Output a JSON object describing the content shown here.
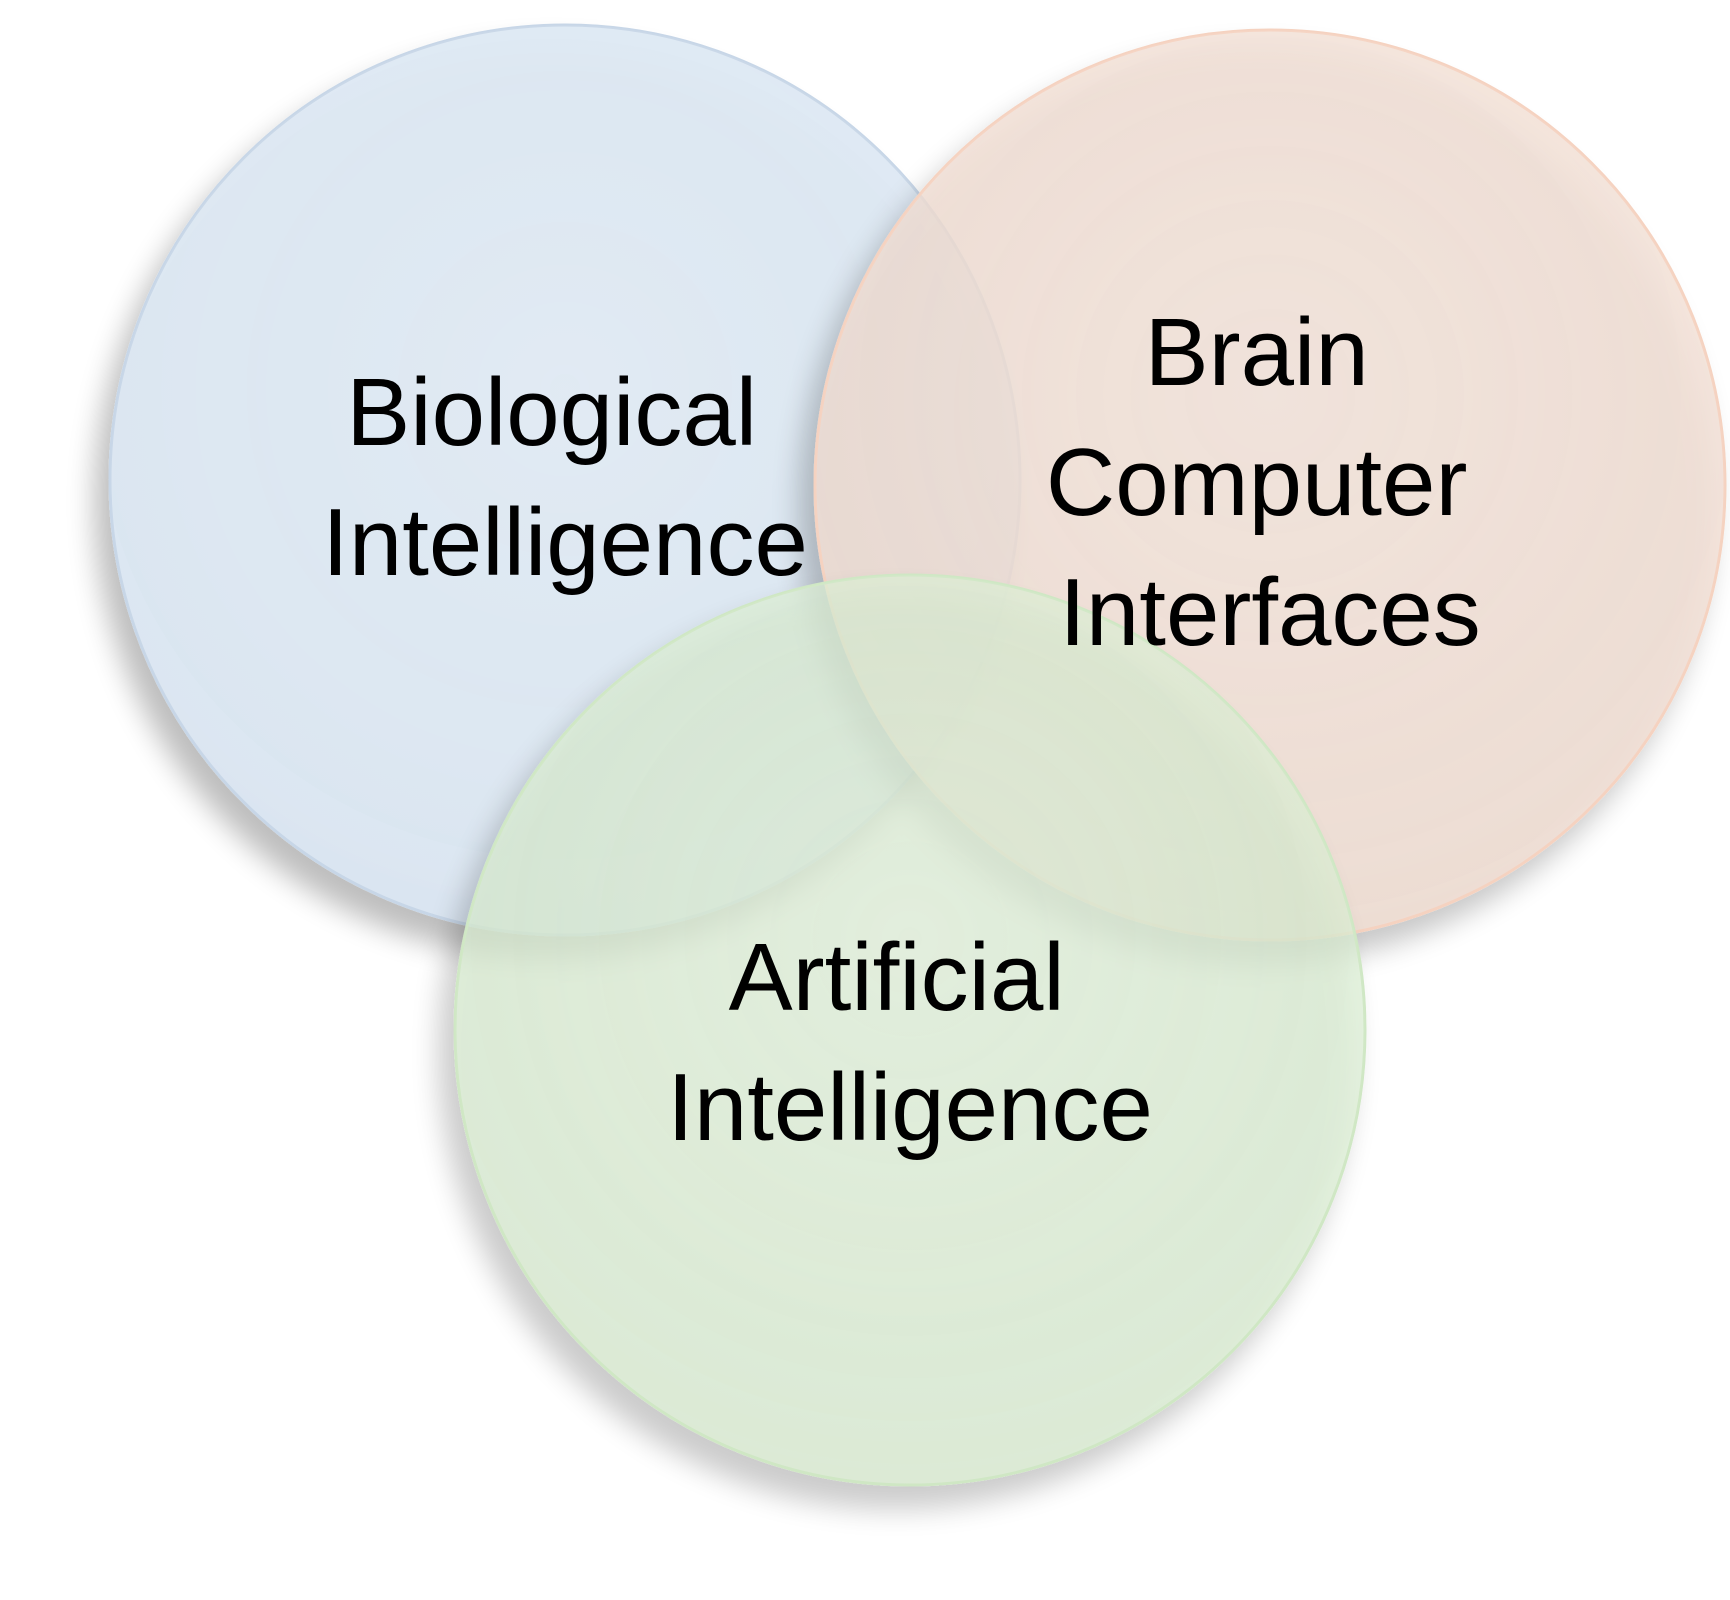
{
  "diagram": {
    "type": "venn",
    "circles": [
      {
        "id": "biological",
        "label_lines": [
          "Biological",
          "Intelligence"
        ],
        "fill": "#dae6f2",
        "edge": "#c7d6e7"
      },
      {
        "id": "bci",
        "label_lines": [
          "Brain",
          "Computer",
          "Interfaces"
        ],
        "fill": "#f0dbd0",
        "edge": "#f5d2c0"
      },
      {
        "id": "ai",
        "label_lines": [
          "Artificial",
          "Intelligence"
        ],
        "fill": "#d8ebd0",
        "edge": "#cfe7c4"
      }
    ]
  }
}
